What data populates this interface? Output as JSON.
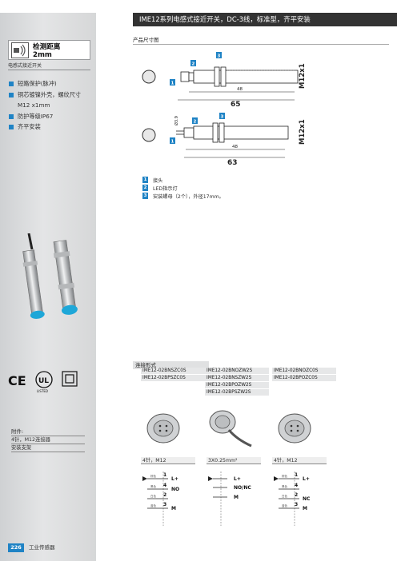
{
  "header": {
    "title": "IME12系列电感式接近开关，DC-3线，标准型，齐平安装"
  },
  "sidebar": {
    "spec_title": "检测距离",
    "spec_value": "2mm",
    "category": "电感式接近开关",
    "features": [
      "短路保护(脉冲)",
      "铜芯镀镍外壳，螺纹尺寸",
      "M12 x1mm",
      "防护等级IP67",
      "齐平安装"
    ],
    "accessories_title": "附件:",
    "accessories": [
      "4针，M12连接器",
      "安装支架"
    ],
    "page_number": "226",
    "page_section": "工业传感器",
    "cert_ce": "CE",
    "cert_ul_text": "LISTED"
  },
  "dimensions": {
    "section_label": "产品尺寸图",
    "thread": "M12x1",
    "drawing1": {
      "length": "65",
      "inner": "48"
    },
    "drawing2": {
      "length": "63",
      "inner": "48",
      "dia": "Ø3.9"
    }
  },
  "legend": [
    {
      "num": "1",
      "text": "接头"
    },
    {
      "num": "2",
      "text": "LED指示灯"
    },
    {
      "num": "3",
      "text": "安装螺母（2个），外径17mm。"
    }
  ],
  "connection": {
    "section_label": "连接形式",
    "col1": [
      "IME12-02BNSZC0S",
      "IME12-02BPSZC0S"
    ],
    "col2": [
      "IME12-02BNOZW2S",
      "IME12-02BNSZW2S",
      "IME12-02BPOZW2S",
      "IME12-02BPSZW2S"
    ],
    "col3": [
      "IME12-02BNOZC0S",
      "IME12-02BPOZC0S"
    ],
    "captions": [
      "4针，M12",
      "3X0.25mm²",
      "4针，M12"
    ],
    "wiring1": {
      "pins": [
        "1",
        "4",
        "2",
        "3"
      ],
      "labels": [
        "L+",
        "NO",
        "M"
      ]
    },
    "wiring2": {
      "labels": [
        "L+",
        "NO/NC",
        "M"
      ]
    },
    "wiring3": {
      "pins": [
        "1",
        "4",
        "2",
        "3"
      ],
      "labels": [
        "L+",
        "NC",
        "M"
      ]
    },
    "wire_colors": [
      "棕色",
      "黑色",
      "白色",
      "蓝色"
    ]
  },
  "colors": {
    "accent": "#1f83c5",
    "dark": "#333333",
    "cap": "#1ea7d8"
  }
}
